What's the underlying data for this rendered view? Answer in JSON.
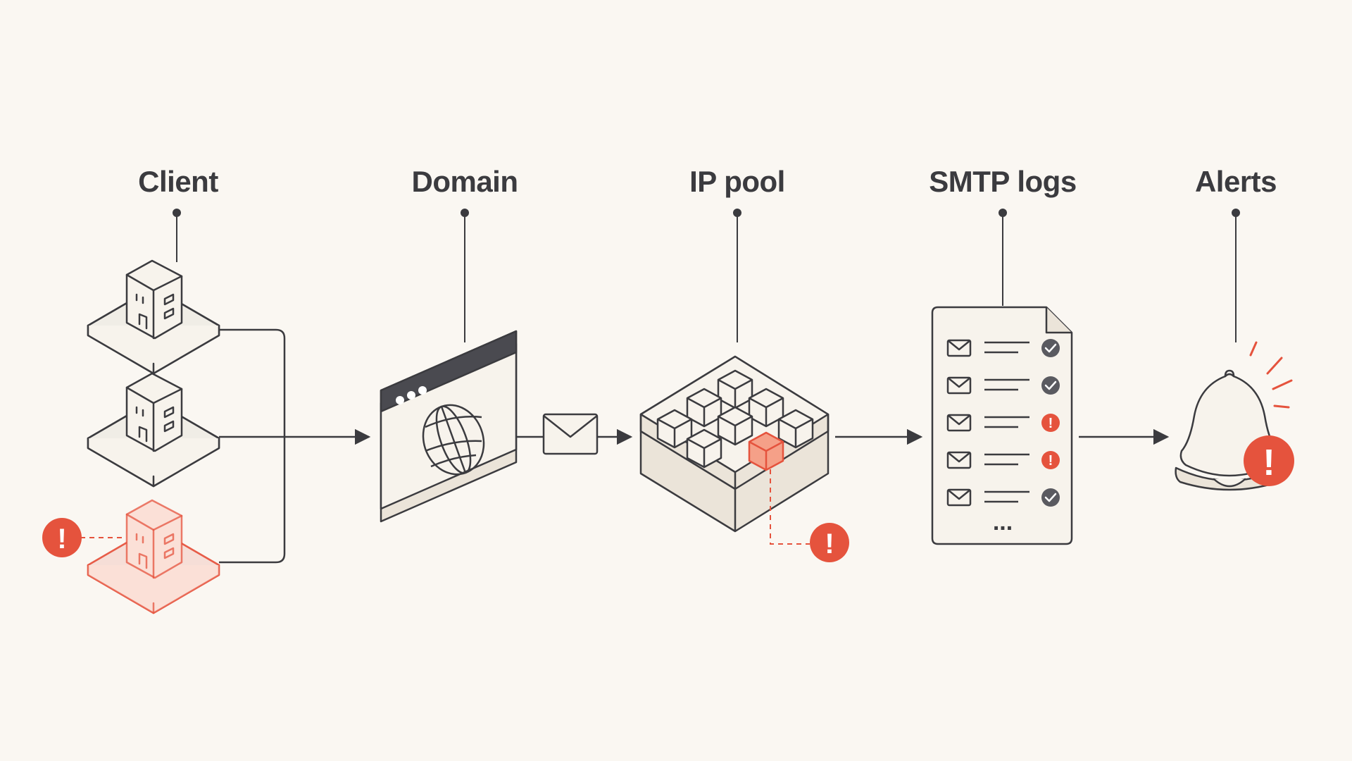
{
  "diagram": {
    "stages": [
      {
        "id": "client",
        "label": "Client"
      },
      {
        "id": "domain",
        "label": "Domain"
      },
      {
        "id": "ip-pool",
        "label": "IP pool"
      },
      {
        "id": "smtp-logs",
        "label": "SMTP logs"
      },
      {
        "id": "alerts",
        "label": "Alerts"
      }
    ],
    "client_buildings": [
      {
        "status": "ok"
      },
      {
        "status": "ok"
      },
      {
        "status": "alert"
      }
    ],
    "smtp_log_entries": [
      {
        "status": "ok"
      },
      {
        "status": "ok"
      },
      {
        "status": "alert"
      },
      {
        "status": "alert"
      },
      {
        "status": "ok"
      }
    ],
    "more_indicator": "...",
    "alert_glyph": "!",
    "icons": {
      "building": "building-icon",
      "browser": "browser-window-icon",
      "globe": "globe-icon",
      "envelope": "envelope-icon",
      "ip_pool": "ip-pool-cubes-icon",
      "log_document": "log-document-icon",
      "check": "check-icon",
      "alert": "alert-icon",
      "bell": "bell-icon"
    },
    "colors": {
      "background": "#faf7f2",
      "ink": "#3b3b3f",
      "fill_light": "#f7f3ec",
      "fill_mid": "#ebe4d9",
      "alert": "#e5533d",
      "alert_soft": "#fbe0d7",
      "check": "#5a5a60"
    }
  }
}
